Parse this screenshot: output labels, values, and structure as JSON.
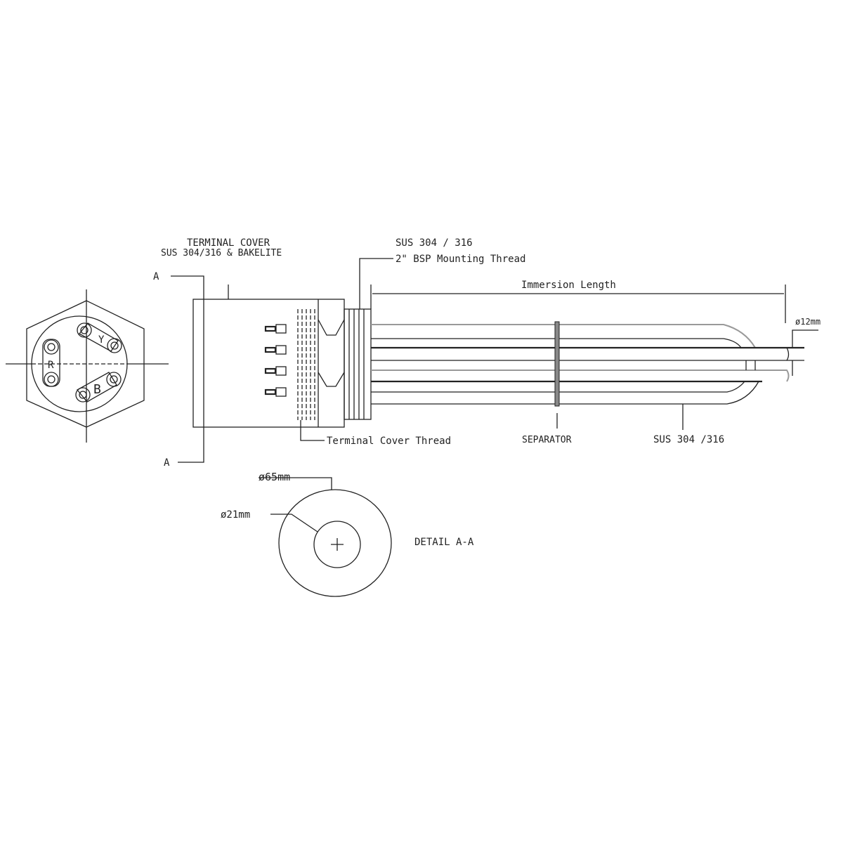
{
  "labels": {
    "terminal_cover_1": "TERMINAL COVER",
    "terminal_cover_2": "SUS 304/316 & BAKELITE",
    "section_a_top": "A",
    "section_a_bottom": "A",
    "mount_material": "SUS 304 / 316",
    "mount_thread": "2\" BSP Mounting Thread",
    "immersion_length": "Immersion Length",
    "tube_diameter": "ø12mm",
    "terminal_cover_thread": "Terminal Cover Thread",
    "separator": "SEPARATOR",
    "tube_material": "SUS 304 /316",
    "outer_diameter": "ø65mm",
    "inner_diameter": "ø21mm",
    "detail": "DETAIL A-A",
    "phase_r": "R",
    "phase_y": "Y",
    "phase_b": "B"
  }
}
